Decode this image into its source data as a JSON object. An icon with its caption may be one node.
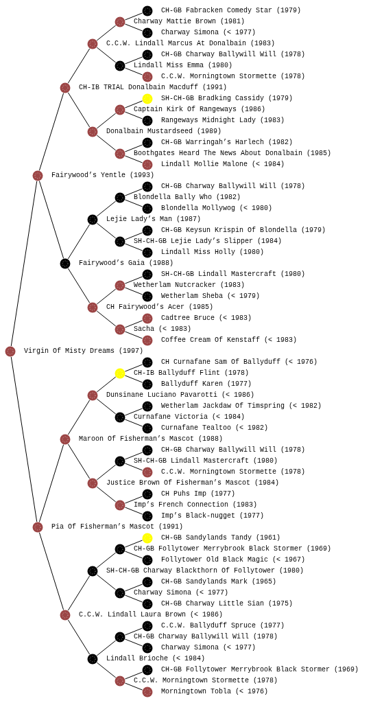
{
  "diagram": {
    "nodes": [
      {
        "text": [
          "CH-GB Fabracken Comedy Star (1979)"
        ]
      },
      {
        "text": [
          "Charway Mattie Brown (1981)"
        ]
      },
      {
        "text": [
          "Charway Simona (< 1977)"
        ]
      },
      {
        "text": [
          "C.C.W. Lindall Marcus At Donalbain (1983)"
        ]
      },
      {
        "text": [
          "CH-GB Charway Ballywill Will (1978)"
        ]
      },
      {
        "text": [
          "Lindall Miss Emma (1980)"
        ]
      },
      {
        "text": [
          "C.C.W. Morningtown Stormette (1978)"
        ]
      },
      {
        "text": [
          "CH-IB TRIAL Donalbain Macduff (1991)"
        ]
      },
      {
        "text": [
          "SH-CH-GB Bradking Cassidy (1979)"
        ]
      },
      {
        "text": [
          "Captain Kirk Of Rangeways (1986)"
        ]
      },
      {
        "text": [
          "Rangeways Midnight Lady (1983)"
        ]
      },
      {
        "text": [
          "Donalbain Mustardseed (1989)"
        ]
      },
      {
        "text": [
          "CH-GB Warringah’s Harlech (1982)"
        ]
      },
      {
        "text": [
          "Boothgates Heard The News About Donalbain (1985)"
        ]
      },
      {
        "text": [
          "Lindall Mollie Malone (< 1984)"
        ]
      },
      {
        "text": [
          "Fairywood’s Yentle (1993)"
        ]
      },
      {
        "text": [
          "CH-GB Charway Ballywill Will (1978)"
        ]
      },
      {
        "text": [
          "Blondella Bally Who (1982)"
        ]
      },
      {
        "text": [
          "Blondella Mollywog (< 1980)"
        ]
      },
      {
        "text": [
          "Lejie Lady’s Man (1987)"
        ]
      },
      {
        "text": [
          "CH-GB Keysun Krispin Of Blondella (1979)"
        ]
      },
      {
        "text": [
          "SH-CH-GB Lejie Lady’s Slipper (1984)"
        ]
      },
      {
        "text": [
          "Lindall Miss Holly (1980)"
        ]
      },
      {
        "text": [
          "Fairywood’s Gaia (1988)"
        ]
      },
      {
        "text": [
          "SH-CH-GB Lindall Mastercraft (1980)"
        ]
      },
      {
        "text": [
          "Wetherlam Nutcracker (1983)"
        ]
      },
      {
        "text": [
          "Wetherlam Sheba (< 1979)"
        ]
      },
      {
        "text": [
          "CH Fairywood’s Acer (1985)"
        ]
      },
      {
        "text": [
          "Cadtree Bruce (< 1983)"
        ]
      },
      {
        "text": [
          "Sacha (< 1983)"
        ]
      },
      {
        "text": [
          "Coffee Cream Of Kenstaff (< 1983)"
        ]
      },
      {
        "text": [
          "Virgin Of Misty Dreams (1997)"
        ]
      },
      {
        "text": [
          "CH Curnafane Sam Of Ballyduff (< 1976)"
        ]
      },
      {
        "text": [
          "CH-IB Ballyduff Flint (1978)"
        ]
      },
      {
        "text": [
          "Ballyduff Karen (1977)"
        ]
      },
      {
        "text": [
          "Dunsinane Luciano Pavarotti (< 1986)"
        ]
      },
      {
        "text": [
          "Wetherlam Jackdaw Of Timspring (< 1982)"
        ]
      },
      {
        "text": [
          "Curnafane Victoria (< 1984)"
        ]
      },
      {
        "text": [
          "Curnafane Tealtoo (< 1982)"
        ]
      },
      {
        "text": [
          "Maroon Of Fisherman’s Mascot (1988)"
        ]
      },
      {
        "text": [
          "CH-GB Charway Ballywill Will (1978)"
        ]
      },
      {
        "text": [
          "SH-CH-GB Lindall Mastercraft (1980)"
        ]
      },
      {
        "text": [
          "C.C.W. Morningtown Stormette (1978)"
        ]
      },
      {
        "text": [
          "Justice Brown Of Fisherman’s Mascot (1984)"
        ]
      },
      {
        "text": [
          "CH Puhs Imp (1977)"
        ]
      },
      {
        "text": [
          "Imp’s French Connection (1983)"
        ]
      },
      {
        "text": [
          "Imp’s Black-nugget (1977)"
        ]
      },
      {
        "text": [
          "Pia Of Fisherman’s Mascot (1991)"
        ]
      },
      {
        "text": [
          "CH-GB Sandylands Tandy (1961)"
        ]
      },
      {
        "text": [
          "CH-GB Follytower Merrybrook Black Stormer (1969)"
        ]
      },
      {
        "text": [
          "Follytower Old Black Magic (< 1967)"
        ]
      },
      {
        "text": [
          "SH-CH-GB Charway Blackthorn Of Follytower (1980)"
        ]
      },
      {
        "text": [
          "CH-GB Sandylands Mark (1965)"
        ]
      },
      {
        "text": [
          "Charway Simona (< 1977)"
        ]
      },
      {
        "text": [
          "CH-GB Charway Little Sian (1975)"
        ]
      },
      {
        "text": [
          "C.C.W. Lindall Laura Brown (< 1986)"
        ]
      },
      {
        "text": [
          "C.C.W. Ballyduff Spruce (1977)"
        ]
      },
      {
        "text": [
          "CH-GB Charway Ballywill Will (1978)"
        ]
      },
      {
        "text": [
          "Charway Simona (< 1977)"
        ]
      },
      {
        "text": [
          "Lindall Brioche (< 1984)"
        ]
      },
      {
        "text": [
          "CH-GB Follytower Merrybrook Black Stormer (1969)"
        ]
      },
      {
        "text": [
          "C.C.W. Morningtown Stormette (1978)"
        ]
      },
      {
        "text": [
          "Morningtown Tobla (< 1976)"
        ]
      }
    ],
    "edges": [
      {
        "from": 1,
        "to": 0,
        "arrow": "none"
      },
      {
        "from": 1,
        "to": 2,
        "arrow": "none"
      },
      {
        "from": 3,
        "to": 1,
        "arrow": "none"
      },
      {
        "from": 3,
        "to": 5,
        "arrow": "none"
      },
      {
        "from": 5,
        "to": 4,
        "arrow": "none"
      },
      {
        "from": 5,
        "to": 6,
        "arrow": "none"
      },
      {
        "from": 7,
        "to": 3,
        "arrow": "none"
      },
      {
        "from": 7,
        "to": 11,
        "arrow": "none"
      },
      {
        "from": 9,
        "to": 8,
        "arrow": "none"
      },
      {
        "from": 9,
        "to": 10,
        "arrow": "none"
      },
      {
        "from": 11,
        "to": 9,
        "arrow": "none"
      },
      {
        "from": 11,
        "to": 13,
        "arrow": "none"
      },
      {
        "from": 13,
        "to": 12,
        "arrow": "none"
      },
      {
        "from": 13,
        "to": 14,
        "arrow": "none"
      },
      {
        "from": 15,
        "to": 7,
        "arrow": "none"
      },
      {
        "from": 15,
        "to": 23,
        "arrow": "none"
      },
      {
        "from": 17,
        "to": 16,
        "arrow": "none"
      },
      {
        "from": 17,
        "to": 18,
        "arrow": "none"
      },
      {
        "from": 19,
        "to": 17,
        "arrow": "none"
      },
      {
        "from": 19,
        "to": 21,
        "arrow": "none"
      },
      {
        "from": 21,
        "to": 20,
        "arrow": "none"
      },
      {
        "from": 21,
        "to": 22,
        "arrow": "none"
      },
      {
        "from": 23,
        "to": 19,
        "arrow": "none"
      },
      {
        "from": 23,
        "to": 27,
        "arrow": "none"
      },
      {
        "from": 25,
        "to": 24,
        "arrow": "none"
      },
      {
        "from": 25,
        "to": 26,
        "arrow": "none"
      },
      {
        "from": 27,
        "to": 25,
        "arrow": "none"
      },
      {
        "from": 27,
        "to": 29,
        "arrow": "none"
      },
      {
        "from": 29,
        "to": 28,
        "arrow": "none"
      },
      {
        "from": 29,
        "to": 30,
        "arrow": "none"
      },
      {
        "from": 31,
        "to": 15,
        "arrow": "none"
      },
      {
        "from": 31,
        "to": 47,
        "arrow": "none"
      },
      {
        "from": 33,
        "to": 32,
        "arrow": "none"
      },
      {
        "from": 33,
        "to": 34,
        "arrow": "none"
      },
      {
        "from": 35,
        "to": 33,
        "arrow": "none"
      },
      {
        "from": 35,
        "to": 37,
        "arrow": "none"
      },
      {
        "from": 37,
        "to": 36,
        "arrow": "none"
      },
      {
        "from": 37,
        "to": 38,
        "arrow": "none"
      },
      {
        "from": 39,
        "to": 35,
        "arrow": "none"
      },
      {
        "from": 39,
        "to": 43,
        "arrow": "none"
      },
      {
        "from": 41,
        "to": 40,
        "arrow": "none"
      },
      {
        "from": 41,
        "to": 42,
        "arrow": "none"
      },
      {
        "from": 43,
        "to": 41,
        "arrow": "none"
      },
      {
        "from": 43,
        "to": 45,
        "arrow": "none"
      },
      {
        "from": 45,
        "to": 44,
        "arrow": "none"
      },
      {
        "from": 45,
        "to": 46,
        "arrow": "none"
      },
      {
        "from": 47,
        "to": 39,
        "arrow": "none"
      },
      {
        "from": 47,
        "to": 55,
        "arrow": "none"
      },
      {
        "from": 49,
        "to": 48,
        "arrow": "none"
      },
      {
        "from": 49,
        "to": 50,
        "arrow": "none"
      },
      {
        "from": 51,
        "to": 49,
        "arrow": "none"
      },
      {
        "from": 51,
        "to": 53,
        "arrow": "none"
      },
      {
        "from": 53,
        "to": 52,
        "arrow": "none"
      },
      {
        "from": 53,
        "to": 54,
        "arrow": "none"
      },
      {
        "from": 55,
        "to": 51,
        "arrow": "none"
      },
      {
        "from": 55,
        "to": 59,
        "arrow": "none"
      },
      {
        "from": 57,
        "to": 56,
        "arrow": "none"
      },
      {
        "from": 57,
        "to": 58,
        "arrow": "none"
      },
      {
        "from": 59,
        "to": 57,
        "arrow": "none"
      },
      {
        "from": 59,
        "to": 61,
        "arrow": "none"
      },
      {
        "from": 61,
        "to": 60,
        "arrow": "none"
      },
      {
        "from": 61,
        "to": 62,
        "arrow": "none"
      }
    ]
  }
}
